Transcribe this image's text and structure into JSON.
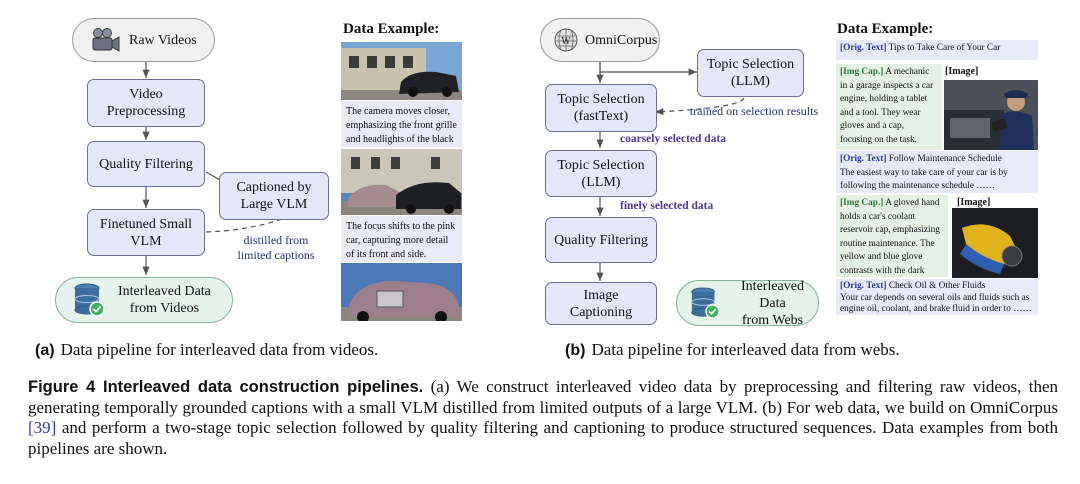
{
  "panel_a": {
    "raw_videos": "Raw Videos",
    "video_preprocessing": "Video\nPreprocessing",
    "quality_filtering": "Quality Filtering",
    "captioned_by": "Captioned by\nLarge VLM",
    "finetuned": "Finetuned Small\nVLM",
    "distilled": "distilled from\nlimited captions",
    "output": "Interleaved Data\nfrom Videos",
    "example_heading": "Data Example:",
    "caption1": "The camera moves closer, emphasizing the front grille and headlights of the black car.",
    "caption2": "The focus shifts to the pink car, capturing more detail of its front and side.",
    "subcaption_label": "(a)",
    "subcaption_text": "Data pipeline for interleaved data from videos."
  },
  "panel_b": {
    "omnicorpus": "OmniCorpus",
    "topic_llm_top": "Topic Selection\n(LLM)",
    "topic_fasttext": "Topic Selection\n(fastText)",
    "trained_on": "trained on selection results",
    "coarsely": "coarsely selected data",
    "topic_llm": "Topic Selection\n(LLM)",
    "finely": "finely selected data",
    "quality_filtering": "Quality Filtering",
    "image_captioning": "Image\nCaptioning",
    "output": "Interleaved Data\nfrom Webs",
    "example_heading": "Data Example:",
    "orig_tag": "[Orig. Text]",
    "img_tag": "[Img Cap.]",
    "image_tag": "[Image]",
    "ex1_title": "Tips to Take Care of Your Car",
    "ex2_cap": "A mechanic in a garage inspects a car engine, holding a tablet and a tool. They wear gloves and a cap, focusing on the task.",
    "ex3_title": "Follow Maintenance Schedule",
    "ex3_text": "The easiest way to take care of your car is by following the maintenance schedule ……",
    "ex4_cap": "A gloved hand holds a car's coolant reservoir cap, emphasizing routine maintenance. The yellow and blue glove contrasts with the dark engine bay",
    "ex5_title": "Check Oil & Other Fluids",
    "ex5_text": "Your car depends on several oils and fluids such as engine oil, coolant, and brake fluid in order to ……",
    "subcaption_label": "(b)",
    "subcaption_text": "Data pipeline for interleaved data from webs."
  },
  "figure_caption": {
    "title": "Figure 4  Interleaved data construction pipelines.",
    "text1": " (a) We construct interleaved video data by preprocessing and filtering raw videos, then generating temporally grounded captions with a small VLM distilled from limited outputs of a large VLM. (b) For web data, we build on OmniCorpus ",
    "cite": "[39]",
    "text2": " and perform a two-stage topic selection followed by quality filtering and captioning to produce structured sequences. Data examples from both pipelines are shown."
  },
  "icons": {
    "camera": "video-camera-icon",
    "database": "database-check-icon",
    "wiki": "wikipedia-globe-icon"
  },
  "colors": {
    "box_fill": "#e6e7f8",
    "box_border": "#6d6f94",
    "output_fill": "#e5f3ec",
    "annotation_purple": "#50378f",
    "tag_blue": "#2a3899",
    "tag_green": "#2f7a3f"
  }
}
